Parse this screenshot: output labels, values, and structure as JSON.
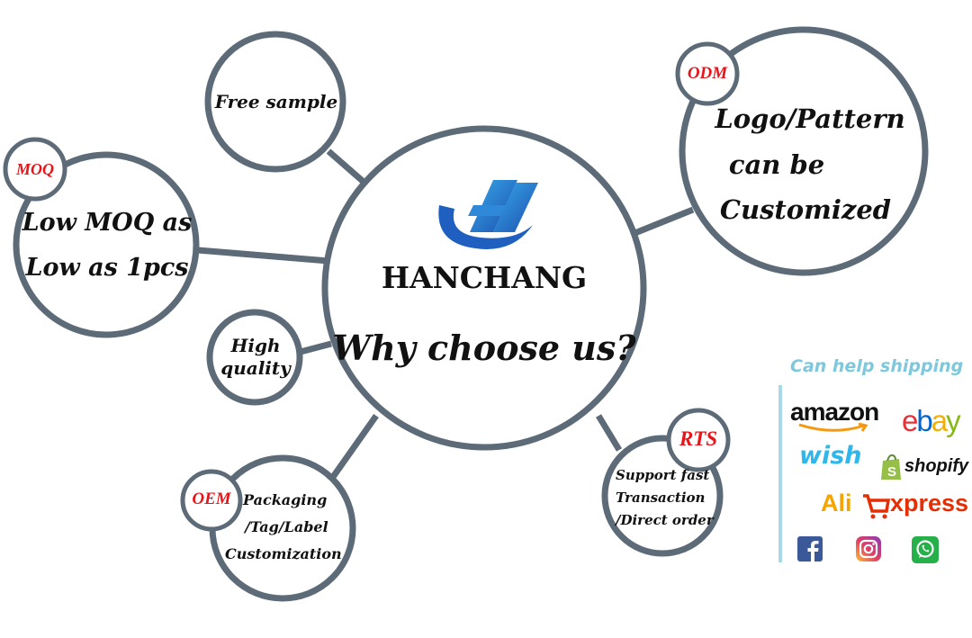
{
  "center": {
    "brand": "HANCHANG",
    "headline": "Why choose us?"
  },
  "bubbles": {
    "free_sample": "Free sample",
    "moq": {
      "tag": "MOQ",
      "line1": "Low MOQ as",
      "line2": "Low as 1pcs"
    },
    "high_quality": {
      "line1": "High",
      "line2": "quality"
    },
    "oem": {
      "tag": "OEM",
      "line1": "Packaging",
      "line2": "/Tag/Label",
      "line3": "Customization"
    },
    "odm": {
      "tag": "ODM",
      "line1": "Logo/Pattern",
      "line2": "can be",
      "line3": "Customized"
    },
    "rts": {
      "tag": "RTS",
      "line1": "Support fast",
      "line2": "Transaction",
      "line3": "/Direct order"
    }
  },
  "shipping": {
    "title": "Can help shipping",
    "platforms": {
      "amazon": "amazon",
      "ebay_e": "e",
      "ebay_b": "b",
      "ebay_a": "a",
      "ebay_y": "y",
      "wish": "wish",
      "shopify": "shopify",
      "ali": "Ali",
      "express": "xpress"
    }
  },
  "colors": {
    "ring": "#5d6b78",
    "tag_red": "#e8141a",
    "ship_title": "#7ec8dd",
    "logo_blue": "#1f5fbf"
  }
}
